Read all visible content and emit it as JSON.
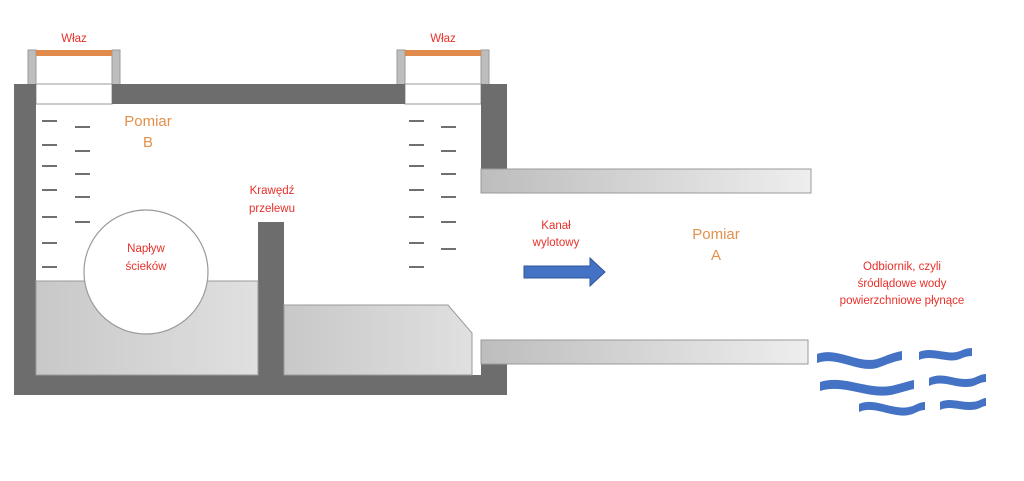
{
  "labels": {
    "manhole_left": "Właz",
    "manhole_right": "Właz",
    "measure_b_line1": "Pomiar",
    "measure_b_line2": "B",
    "overflow_line1": "Krawędź",
    "overflow_line2": "przelewu",
    "inflow_line1": "Napływ",
    "inflow_line2": "ścieków",
    "outlet_line1": "Kanał",
    "outlet_line2": "wylotowy",
    "measure_a_line1": "Pomiar",
    "measure_a_line2": "A",
    "receiver_line1": "Odbiornik, czyli",
    "receiver_line2": "śródlądowe wody",
    "receiver_line3": "powierzchniowe płynące"
  },
  "colors": {
    "wall": "#6d6d6d",
    "lid": "#e08a4c",
    "water": "#cfcfcf",
    "arrow": "#4472c4",
    "waves": "#4472c4",
    "label_red": "#e8302a",
    "label_orange": "#e3904a"
  },
  "icons": {
    "flow": "arrow-right-icon",
    "receiver": "waves-icon"
  }
}
